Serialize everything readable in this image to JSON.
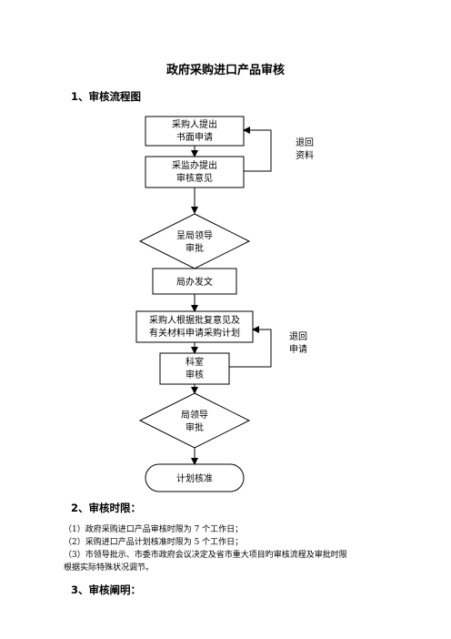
{
  "title": "政府采购进口产品审核",
  "sections": {
    "flow_heading": "1、审核流程图",
    "time_heading": "2、审核时限：",
    "explain_heading": "3、审核阐明："
  },
  "flowchart": {
    "box1": [
      "采购人提出",
      "书面申请"
    ],
    "box2": [
      "采监办提出",
      "审核意见"
    ],
    "diamond1": [
      "呈局领导",
      "审批"
    ],
    "box3": [
      "局办发文"
    ],
    "box4": [
      "采购人根据批复意见及",
      "有关材料申请采购计划"
    ],
    "box5": [
      "科室",
      "审核"
    ],
    "diamond2": [
      "局领导",
      "审批"
    ],
    "terminal": [
      "计划核准"
    ],
    "loop1_label": [
      "退回",
      "资料"
    ],
    "loop2_label": [
      "退回",
      "申请"
    ]
  },
  "time_items": [
    "（1）政府采购进口产品审核时限为 7 个工作日；",
    "（2）采购进口产品计划核准时限为 5 个工作日；",
    "（3）市领导批示、市委市政府会议决定及省市重大项目旳审核流程及审批时限",
    "根据实际特殊状况调节。"
  ]
}
